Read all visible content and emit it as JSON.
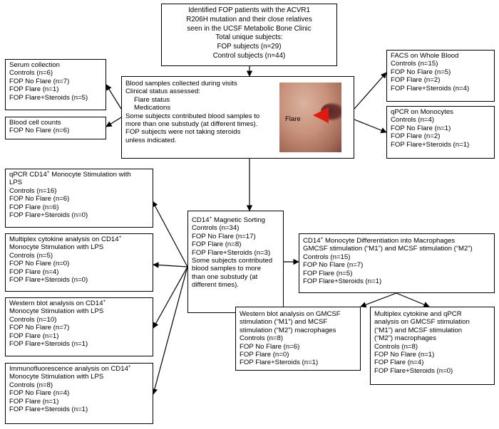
{
  "top": {
    "lines": [
      "Identified FOP patients with the ACVR1",
      "R206H mutation and their close relatives",
      "seen in the UCSF Metabolic Bone Clinic",
      "Total unique subjects:",
      "FOP subjects (n=29)",
      "Control subjects (n=44)"
    ]
  },
  "blood": {
    "lines": [
      "Blood samples collected during visits",
      "Clinical status assessed:"
    ],
    "sub": [
      "Flare status",
      "Medications"
    ],
    "tail": [
      "Some subjects contributed blood samples to",
      "more than one substudy (at different times).",
      "FOP subjects were not taking steroids",
      "unless indicated."
    ],
    "photo_label": "Flare"
  },
  "serum": {
    "lines": [
      "Serum collection",
      "Controls (n=6)",
      "FOP No Flare (n=7)",
      "FOP Flare (n=1)",
      "FOP Flare+Steroids (n=5)"
    ]
  },
  "bloodcell": {
    "lines": [
      "Blood cell counts",
      "FOP No Flare (n=6)"
    ]
  },
  "facs": {
    "lines": [
      "FACS on Whole Blood",
      "Controls (n=15)",
      "FOP No Flare (n=5)",
      "FOP Flare (n=2)",
      "FOP Flare+Steroids (n=4)"
    ]
  },
  "qpcr_mono": {
    "lines": [
      "qPCR on Monocytes",
      "Controls (n=4)",
      "FOP No Flare (n=1)",
      "FOP Flare (n=2)",
      "FOP Flare+Steroids (n=1)"
    ]
  },
  "qpcr_cd14": {
    "l1a": "qPCR CD14",
    "sup": "+",
    "l1b": " Monocyte Stimulation with",
    "lines": [
      "LPS",
      "Controls (n=16)",
      "FOP No Flare (n=6)",
      "FOP Flare (n=6)",
      "FOP Flare+Steroids (n=0)"
    ]
  },
  "multiplex_cd14": {
    "l1a": "Multiplex cytokine analysis on CD14",
    "sup": "+",
    "lines": [
      "Monocyte Stimulation with LPS",
      "Controls (n=5)",
      "FOP No Flare (n=0)",
      "FOP Flare (n=4)",
      "FOP Flare+Steroids (n=0)"
    ]
  },
  "western_cd14": {
    "l1a": "Western blot analysis on CD14",
    "sup": "+",
    "lines": [
      "Monocyte Stimulation with LPS",
      "Controls (n=10)",
      "FOP No Flare (n=7)",
      "FOP Flare (n=1)",
      "FOP Flare+Steroids (n=1)"
    ]
  },
  "immuno_cd14": {
    "l1a": "Immunofluorescence analysis on CD14",
    "sup": "+",
    "lines": [
      "Monocyte Stimulation with LPS",
      "Controls (n=8)",
      "FOP No Flare (n=4)",
      "FOP Flare (n=1)",
      "FOP Flare+Steroids (n=1)"
    ]
  },
  "sorting": {
    "l1a": "CD14",
    "sup": "+",
    "l1b": " Magnetic Sorting",
    "lines": [
      "Controls (n=34)",
      "FOP No Flare (n=17)",
      "FOP Flare (n=8)",
      "FOP Flare+Steroids (n=3)",
      "Some subjects contributed",
      "blood samples to more",
      "than one substudy (at",
      "different times)."
    ]
  },
  "differentiation": {
    "l1a": "CD14",
    "sup": "+",
    "l1b": " Monocyte Differentiation into Macrophages",
    "lines": [
      "GMCSF stimulation (“M1”) and MCSF stimulation (“M2”)",
      "Controls (n=15)",
      "FOP No Flare (n=7)",
      "FOP Flare (n=5)",
      "FOP Flare+Steroids (n=1)"
    ]
  },
  "western_mac": {
    "lines": [
      "Western blot analysis on GMCSF",
      "stimulation (“M1”) and MCSF",
      "stimulation (“M2”) macrophages",
      "Controls (n=8)",
      "FOP No Flare (n=6)",
      "FOP Flare (n=0)",
      "FOP Flare+Steroids (n=1)"
    ]
  },
  "multiplex_mac": {
    "lines": [
      "Multiplex cytokine and qPCR",
      "analysis on GMCSF stimulation",
      "(“M1”) and MCSF stimulation",
      "(“M2”) macrophages",
      "Controls (n=8)",
      "FOP No Flare (n=1)",
      "FOP Flare (n=4)",
      "FOP Flare+Steroids (n=0)"
    ]
  }
}
